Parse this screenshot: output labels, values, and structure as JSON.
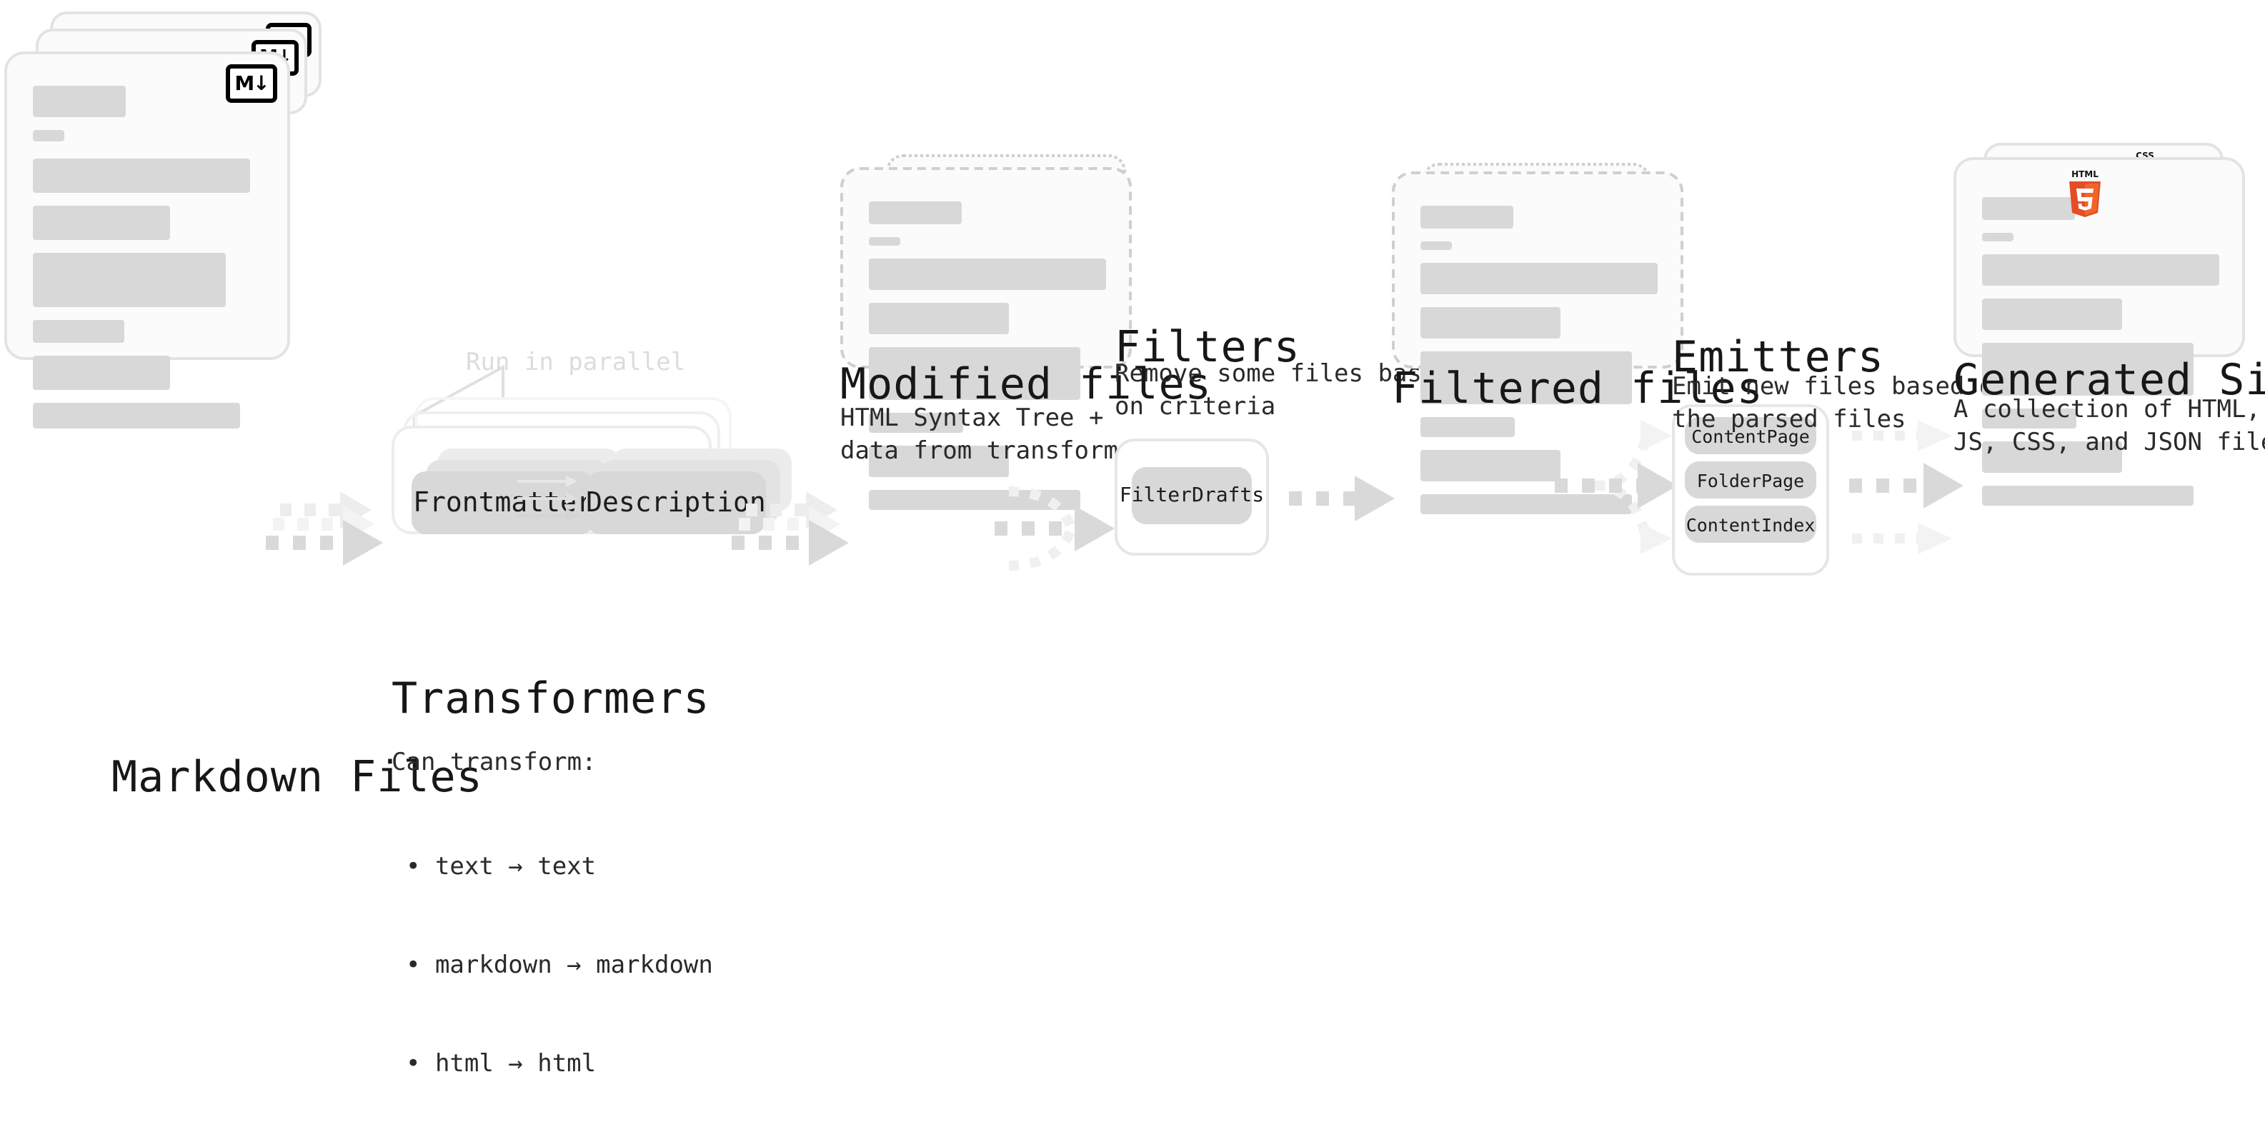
{
  "diagram": {
    "title_font_note": "monospace",
    "accent_colors": {
      "html5": "#e44d26",
      "html5_light": "#f16529",
      "css": "#264de4",
      "js": "#f7df1e",
      "skeleton": "#d8d8d8",
      "card_border": "#e3e3e3",
      "dashed_border": "#cfcfcf",
      "arrow": "#d8d8d8",
      "ghost_text": "#dcdcdc"
    }
  },
  "stages": [
    {
      "id": "markdown-files",
      "title": "Markdown Files",
      "subtitle": "",
      "icon": "markdown-icon",
      "icon_label": "M"
    },
    {
      "id": "transformers",
      "title": "Transformers",
      "subtitle_head": "Can transform:",
      "bullets": [
        "• text → text",
        "• markdown → markdown",
        "• html → html"
      ],
      "note": "Run in parallel",
      "chips": [
        "Frontmatter",
        "Description"
      ]
    },
    {
      "id": "modified-files",
      "title": "Modified files",
      "subtitle": "HTML Syntax Tree +\ndata from transformers"
    },
    {
      "id": "filters",
      "title": "Filters",
      "subtitle": "Remove some files based\non criteria",
      "chips": [
        "FilterDrafts"
      ]
    },
    {
      "id": "filtered-files",
      "title": "Filtered files",
      "subtitle": ""
    },
    {
      "id": "emitters",
      "title": "Emitters",
      "subtitle": "Emit new files based on\nthe parsed files",
      "chips": [
        "ContentPage",
        "FolderPage",
        "ContentIndex"
      ]
    },
    {
      "id": "generated-site",
      "title": "Generated Site",
      "subtitle": "A collection of HTML,\nJS, CSS, and JSON files",
      "icons": [
        "html5-icon",
        "css3-icon",
        "javascript-icon"
      ],
      "html5_label": "HTML",
      "html5_digit": "5",
      "css_label": "CSS"
    }
  ]
}
